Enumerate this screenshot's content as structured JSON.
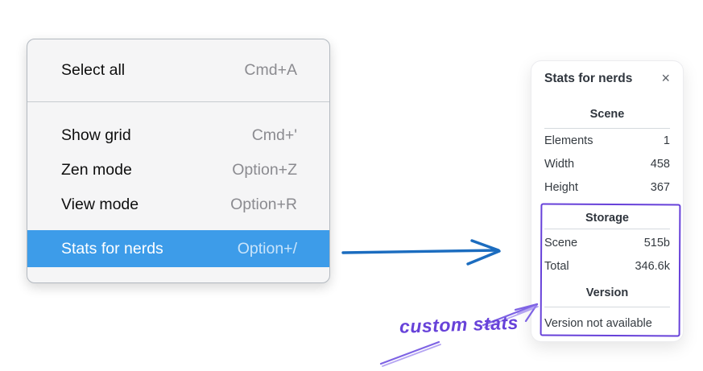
{
  "menu": {
    "items": [
      {
        "label": "Select all",
        "shortcut": "Cmd+A"
      },
      {
        "label": "Show grid",
        "shortcut": "Cmd+'"
      },
      {
        "label": "Zen mode",
        "shortcut": "Option+Z"
      },
      {
        "label": "View mode",
        "shortcut": "Option+R"
      },
      {
        "label": "Stats for nerds",
        "shortcut": "Option+/",
        "selected": "true"
      }
    ]
  },
  "panel": {
    "title": "Stats for nerds",
    "close_icon": "×",
    "scene": {
      "heading": "Scene",
      "rows": [
        {
          "label": "Elements",
          "value": "1"
        },
        {
          "label": "Width",
          "value": "458"
        },
        {
          "label": "Height",
          "value": "367"
        }
      ]
    },
    "storage": {
      "heading": "Storage",
      "rows": [
        {
          "label": "Scene",
          "value": "515b"
        },
        {
          "label": "Total",
          "value": "346.6k"
        }
      ]
    },
    "version": {
      "heading": "Version",
      "note": "Version not available"
    }
  },
  "annotation": {
    "label": "custom stats"
  },
  "colors": {
    "selection_blue": "#3d9ce9",
    "arrow_blue": "#1b6cbf",
    "annotation_violet": "#6741d9",
    "annotation_violet_light": "#9d88ee",
    "menu_background": "#f5f5f6",
    "panel_background": "#ffffff"
  }
}
